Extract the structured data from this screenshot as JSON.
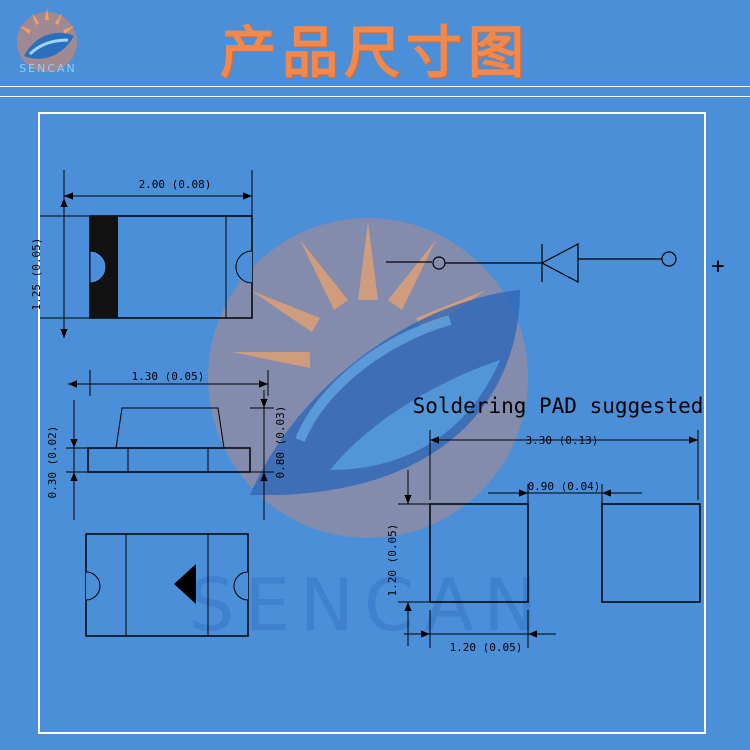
{
  "header": {
    "title": "产品尺寸图",
    "logo_text": "SENCAN"
  },
  "watermark": {
    "text": "SENCAN"
  },
  "top_view": {
    "length_label": "2.00 (0.08)",
    "width_label": "1.25 (0.05)"
  },
  "side_view": {
    "lead_label": "1.30 (0.05)",
    "base_label": "0.30 (0.02)",
    "height_label": "0.80 (0.03)"
  },
  "symbol": {
    "plus_sign": "+"
  },
  "pad": {
    "heading": "Soldering PAD suggested",
    "total_label": "3.30 (0.13)",
    "gap_label": "0.90 (0.04)",
    "pad_height_label": "1.20 (0.05)",
    "pad_width_label": "1.20 (0.05)"
  },
  "colors": {
    "background": "#4a8fd8",
    "title": "#f2884b",
    "logo_orange": "#e8855a",
    "line": "#000000"
  }
}
